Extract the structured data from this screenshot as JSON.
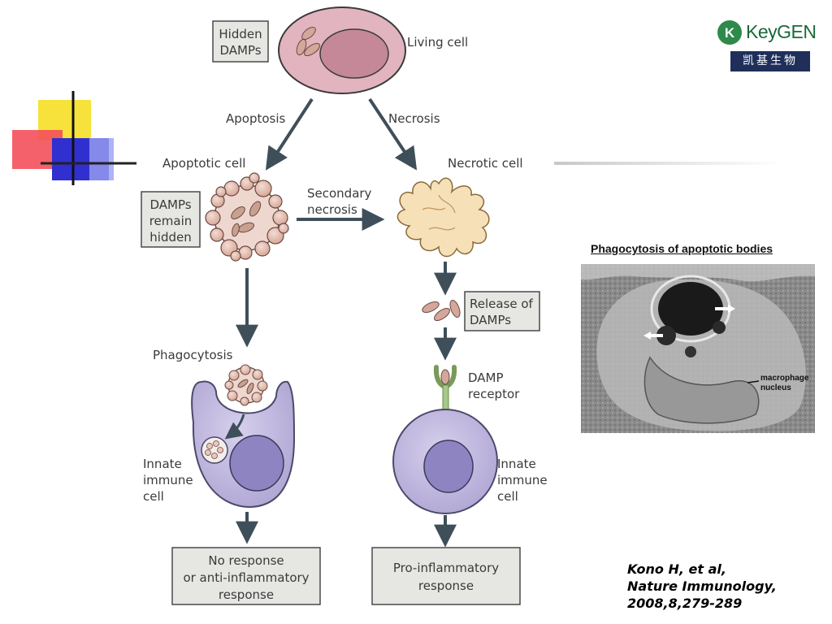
{
  "logo": {
    "brand_en": "KeyGEN",
    "brand_cn": "凯基生物"
  },
  "diagram": {
    "living_cell": "Living cell",
    "hidden_damps": [
      "Hidden",
      "DAMPs"
    ],
    "apoptosis": "Apoptosis",
    "necrosis": "Necrosis",
    "apoptotic_cell": "Apoptotic cell",
    "necrotic_cell": "Necrotic cell",
    "damps_remain_hidden": [
      "DAMPs",
      "remain",
      "hidden"
    ],
    "secondary_necrosis": [
      "Secondary",
      "necrosis"
    ],
    "release_of_damps": [
      "Release of",
      "DAMPs"
    ],
    "phagocytosis": "Phagocytosis",
    "damp_receptor": [
      "DAMP",
      "receptor"
    ],
    "innate_left": [
      "Innate",
      "immune",
      "cell"
    ],
    "innate_right": [
      "Innate",
      "immune",
      "cell"
    ],
    "no_response": [
      "No response",
      "or anti-inflammatory",
      "response"
    ],
    "pro_inflammatory": [
      "Pro-inflammatory",
      "response"
    ]
  },
  "micrograph": {
    "title": "Phagocytosis of apoptotic bodies",
    "label": [
      "macrophage",
      "nucleus"
    ]
  },
  "citation": {
    "lines": [
      "Kono H, et al,",
      "Nature Immunology,",
      "2008,8,279-289"
    ]
  },
  "colors": {
    "cell_fill": "#e2b4c0",
    "nucleus_fill": "#c48898",
    "immune_fill": "#c6bfe0",
    "immune_nucleus": "#8f84c2",
    "arrow": "#3f4f5a",
    "box_fill": "#e6e6e2"
  }
}
